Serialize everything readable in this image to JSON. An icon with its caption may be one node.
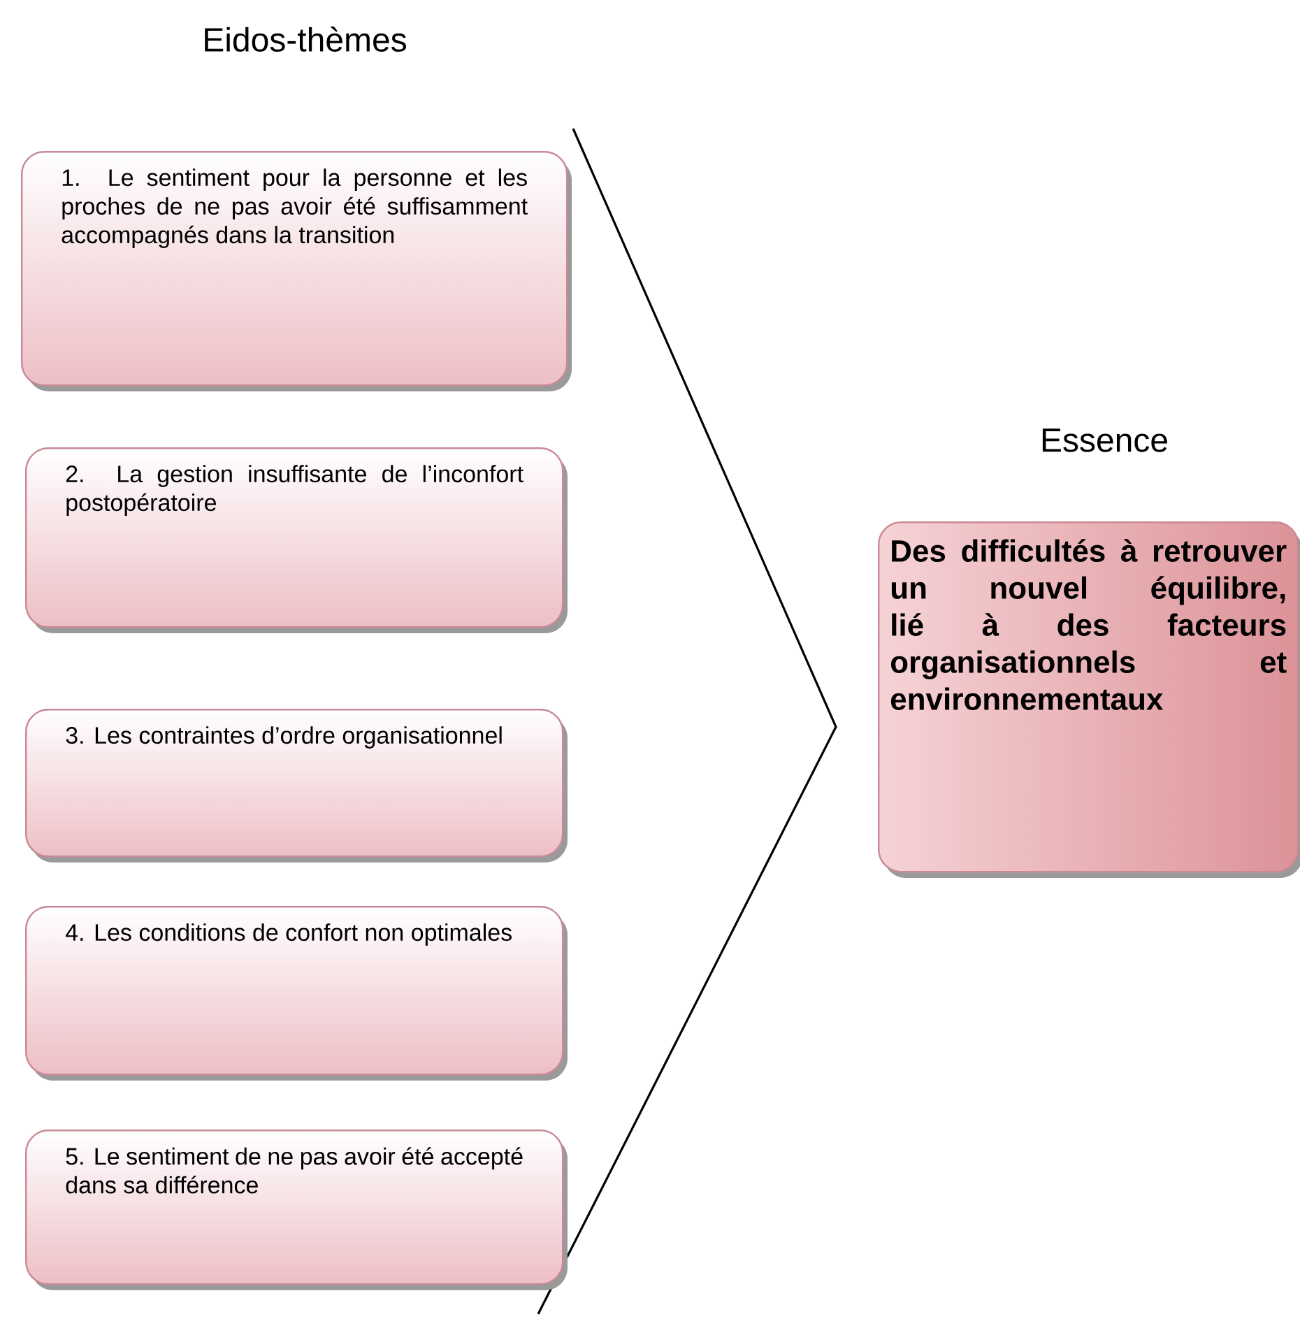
{
  "diagram": {
    "nodes": [
      {
        "text": [
          "1. Le sentiment pour la personne et les proches de ne pas avoir été suffisamment accompagnés dans la transition"
        ]
      },
      {
        "text": [
          "2. La gestion insuffisante de l’inconfort postopératoire"
        ]
      },
      {
        "text": [
          "3. Les contraintes d’ordre organisationnel"
        ]
      },
      {
        "text": [
          "4. Les conditions de confort non optimales"
        ]
      },
      {
        "text": [
          "5. Le sentiment de ne pas avoir été accepté dans sa différence"
        ]
      },
      {
        "text": [
          "Des difficultés à retrouver un nouvel équilibre, lié à des facteurs organisationnels et environnementaux"
        ]
      }
    ],
    "labels": [
      "Eidos-thèmes",
      "Essence"
    ]
  }
}
